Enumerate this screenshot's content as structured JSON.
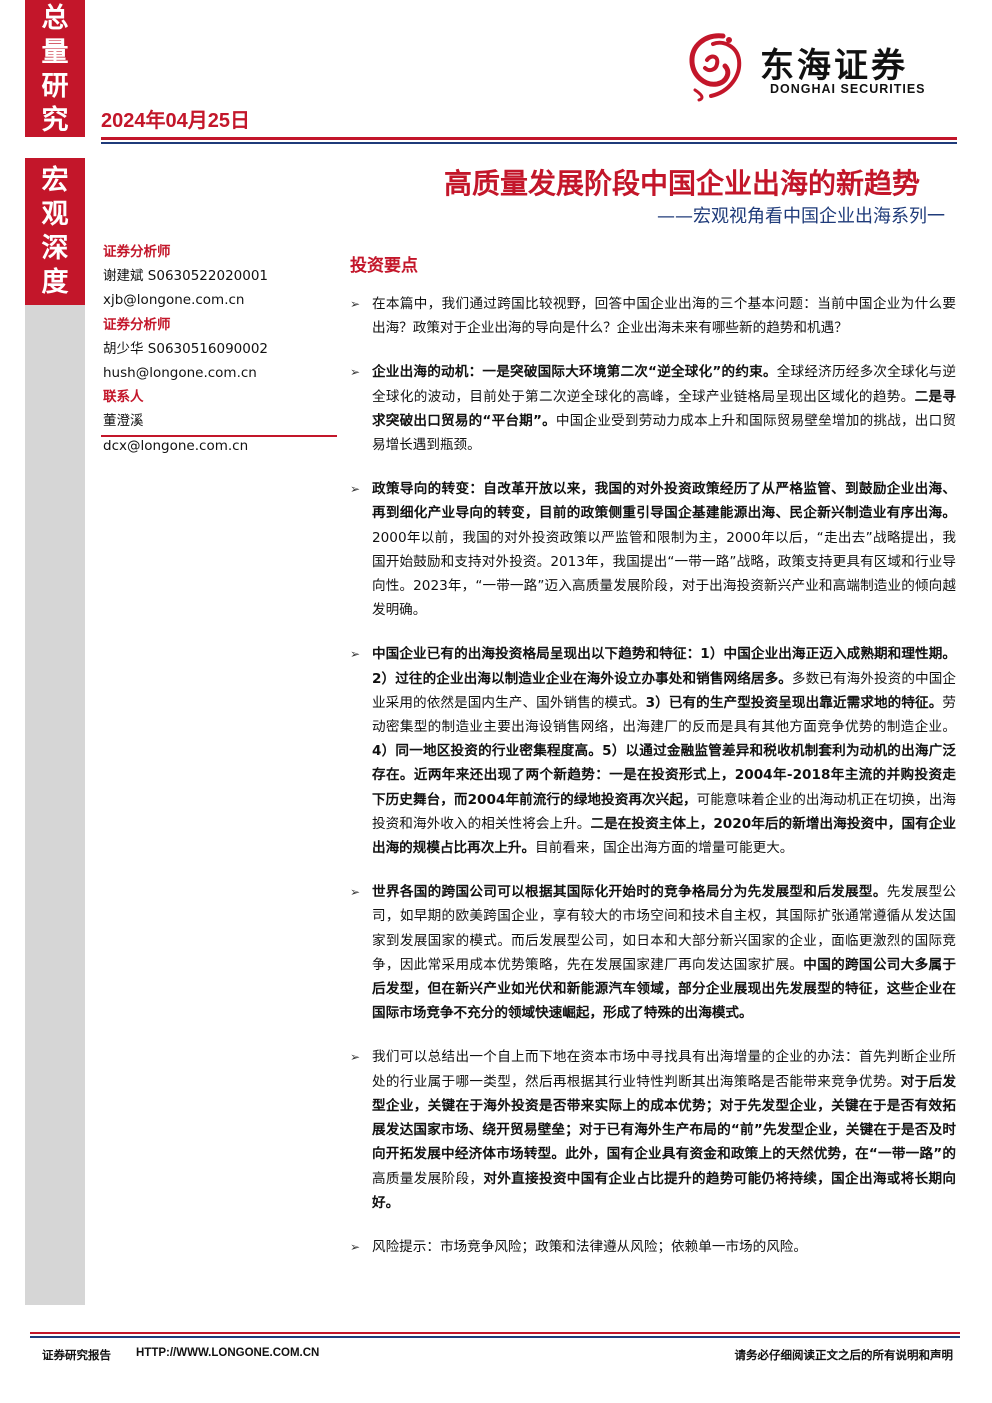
{
  "sidebar": {
    "category_top": [
      "总",
      "量",
      "研",
      "究"
    ],
    "category_mid": [
      "宏",
      "观",
      "深",
      "度"
    ]
  },
  "header": {
    "date": "2024年04月25日",
    "logo_cn": "东海证券",
    "logo_en": "DONGHAI SECURITIES",
    "title": "高质量发展阶段中国企业出海的新趋势",
    "subtitle": "——宏观视角看中国企业出海系列一"
  },
  "analysts": [
    {
      "role": "证券分析师",
      "name_id": "谢建斌 S0630522020001",
      "email": "xjb@longone.com.cn"
    },
    {
      "role": "证券分析师",
      "name_id": "胡少华 S0630516090002",
      "email": "hush@longone.com.cn"
    },
    {
      "role": "联系人",
      "name_id": "董澄溪",
      "email": "dcx@longone.com.cn"
    }
  ],
  "section": {
    "heading": "投资要点"
  },
  "bullets": [
    {
      "segments": [
        {
          "t": "在本篇中，我们通过跨国比较视野，回答中国企业出海的三个基本问题：当前中国企业为什么要出海？政策对于企业出海的导向是什么？企业出海未来有哪些新的趋势和机遇？",
          "b": false
        }
      ]
    },
    {
      "segments": [
        {
          "t": "企业出海的动机：一是突破国际大环境第二次“逆全球化”的约束。",
          "b": true
        },
        {
          "t": "全球经济历经多次全球化与逆全球化的波动，目前处于第二次逆全球化的高峰，全球产业链格局呈现出区域化的趋势。",
          "b": false
        },
        {
          "t": "二是寻求突破出口贸易的“平台期”。",
          "b": true
        },
        {
          "t": "中国企业受到劳动力成本上升和国际贸易壁垒增加的挑战，出口贸易增长遇到瓶颈。",
          "b": false
        }
      ]
    },
    {
      "segments": [
        {
          "t": "政策导向的转变：自改革开放以来，我国的对外投资政策经历了从严格监管、到鼓励企业出海、再到细化产业导向的转变，目前的政策侧重引导国企基建能源出海、民企新兴制造业有序出海。",
          "b": true
        },
        {
          "t": "2000年以前，我国的对外投资政策以严监管和限制为主，2000年以后，“走出去”战略提出，我国开始鼓励和支持对外投资。2013年，我国提出“一带一路”战略，政策支持更具有区域和行业导向性。2023年，“一带一路”迈入高质量发展阶段，对于出海投资新兴产业和高端制造业的倾向越发明确。",
          "b": false
        }
      ]
    },
    {
      "segments": [
        {
          "t": "中国企业已有的出海投资格局呈现出以下趋势和特征：1）中国企业出海正迈入成熟期和理性期。2）过往的企业出海以制造业企业在海外设立办事处和销售网络居多。",
          "b": true
        },
        {
          "t": "多数已有海外投资的中国企业采用的依然是国内生产、国外销售的模式。",
          "b": false
        },
        {
          "t": "3）已有的生产型投资呈现出靠近需求地的特征。",
          "b": true
        },
        {
          "t": "劳动密集型的制造业主要出海设销售网络，出海建厂的反而是具有其他方面竞争优势的制造企业。",
          "b": false
        },
        {
          "t": "4）同一地区投资的行业密集程度高。5）以通过金融监管差异和税收机制套利为动机的出海广泛存在。近两年来还出现了两个新趋势：一是在投资形式上，2004年-2018年主流的并购投资走下历史舞台，而2004年前流行的绿地投资再次兴起，",
          "b": true
        },
        {
          "t": "可能意味着企业的出海动机正在切换，出海投资和海外收入的相关性将会上升。",
          "b": false
        },
        {
          "t": "二是在投资主体上，2020年后的新增出海投资中，国有企业出海的规模占比再次上升。",
          "b": true
        },
        {
          "t": "目前看来，国企出海方面的增量可能更大。",
          "b": false
        }
      ]
    },
    {
      "segments": [
        {
          "t": "世界各国的跨国公司可以根据其国际化开始时的竞争格局分为先发展型和后发展型。",
          "b": true
        },
        {
          "t": "先发展型公司，如早期的欧美跨国企业，享有较大的市场空间和技术自主权，其国际扩张通常遵循从发达国家到发展国家的模式。而后发展型公司，如日本和大部分新兴国家的企业，面临更激烈的国际竞争，因此常采用成本优势策略，先在发展国家建厂再向发达国家扩展。",
          "b": false
        },
        {
          "t": "中国的跨国公司大多属于后发型，但在新兴产业如光伏和新能源汽车领域，部分企业展现出先发展型的特征，这些企业在国际市场竞争不充分的领域快速崛起，形成了特殊的出海模式。",
          "b": true
        }
      ]
    },
    {
      "segments": [
        {
          "t": "我们可以总结出一个自上而下地在资本市场中寻找具有出海增量的企业的办法：首先判断企业所处的行业属于哪一类型，然后再根据其行业特性判断其出海策略是否能带来竞争优势。",
          "b": false
        },
        {
          "t": "对于后发型企业，关键在于海外投资是否带来实际上的成本优势；对于先发型企业，关键在于是否有效拓展发达国家市场、绕开贸易壁垒；对于已有海外生产布局的“前”先发型企业，关键在于是否及时向开拓发展中经济体市场转型。此外，国有企业具有资金和政策上的天然优势，在“一带一路”的",
          "b": true
        },
        {
          "t": "高质量发展阶段，",
          "b": false
        },
        {
          "t": "对外直接投资中国有企业占比提升的趋势可能仍将持续，国企出海或将长期向好。",
          "b": true
        }
      ]
    },
    {
      "segments": [
        {
          "t": "风险提示：市场竞争风险；政策和法律遵从风险；依赖单一市场的风险。",
          "b": false
        }
      ]
    }
  ],
  "footer": {
    "left": "证券研究报告",
    "url": "HTTP://WWW.LONGONE.COM.CN",
    "right": "请务必仔细阅读正文之后的所有说明和声明"
  },
  "colors": {
    "brand_red": "#c3162a",
    "brand_blue": "#1f3b7a",
    "sidebar_gray": "#d6d6d6"
  },
  "icons": {
    "bullet": "triangle-right-icon",
    "logo": "dragon-logo-icon"
  }
}
